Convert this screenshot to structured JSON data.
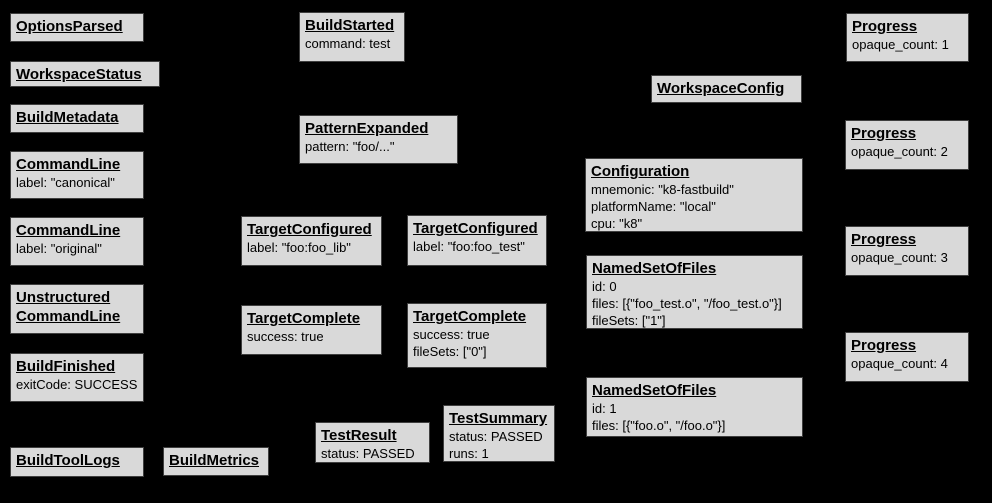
{
  "diagram": {
    "description": "Build event protocol events diagram",
    "colors": {
      "background": "#000000",
      "box_fill": "#d9d9d9",
      "box_border": "#3f3f3f",
      "text": "#000000"
    },
    "boxes": [
      {
        "title": "OptionsParsed",
        "lines": []
      },
      {
        "title": "WorkspaceStatus",
        "lines": []
      },
      {
        "title": "BuildMetadata",
        "lines": []
      },
      {
        "title": "CommandLine",
        "lines": [
          "label: \"canonical\""
        ]
      },
      {
        "title": "CommandLine",
        "lines": [
          "label: \"original\""
        ]
      },
      {
        "title": "Unstructured CommandLine",
        "lines": []
      },
      {
        "title": "BuildFinished",
        "lines": [
          "exitCode: SUCCESS"
        ]
      },
      {
        "title": "BuildToolLogs",
        "lines": []
      },
      {
        "title": "BuildMetrics",
        "lines": []
      },
      {
        "title": "BuildStarted",
        "lines": [
          "command: test"
        ]
      },
      {
        "title": "PatternExpanded",
        "lines": [
          "pattern: \"foo/...\""
        ]
      },
      {
        "title": "TargetConfigured",
        "lines": [
          "label: \"foo:foo_lib\""
        ]
      },
      {
        "title": "TargetConfigured",
        "lines": [
          "label: \"foo:foo_test\""
        ]
      },
      {
        "title": "TargetComplete",
        "lines": [
          "success: true"
        ]
      },
      {
        "title": "TargetComplete",
        "lines": [
          "success: true",
          "fileSets: [\"0\"]"
        ]
      },
      {
        "title": "TestResult",
        "lines": [
          "status: PASSED"
        ]
      },
      {
        "title": "TestSummary",
        "lines": [
          "status: PASSED",
          "runs: 1"
        ]
      },
      {
        "title": "WorkspaceConfig",
        "lines": []
      },
      {
        "title": "Configuration",
        "lines": [
          "mnemonic: \"k8-fastbuild\"",
          "platformName: \"local\"",
          "cpu: \"k8\""
        ]
      },
      {
        "title": "NamedSetOfFiles",
        "lines": [
          "id: 0",
          "files: [{\"foo_test.o\", \"/foo_test.o\"}]",
          "fileSets: [\"1\"]"
        ]
      },
      {
        "title": "NamedSetOfFiles",
        "lines": [
          "id: 1",
          "files: [{\"foo.o\", \"/foo.o\"}]"
        ]
      },
      {
        "title": "Progress",
        "lines": [
          "opaque_count: 1"
        ]
      },
      {
        "title": "Progress",
        "lines": [
          "opaque_count: 2"
        ]
      },
      {
        "title": "Progress",
        "lines": [
          "opaque_count: 3"
        ]
      },
      {
        "title": "Progress",
        "lines": [
          "opaque_count: 4"
        ]
      }
    ]
  }
}
